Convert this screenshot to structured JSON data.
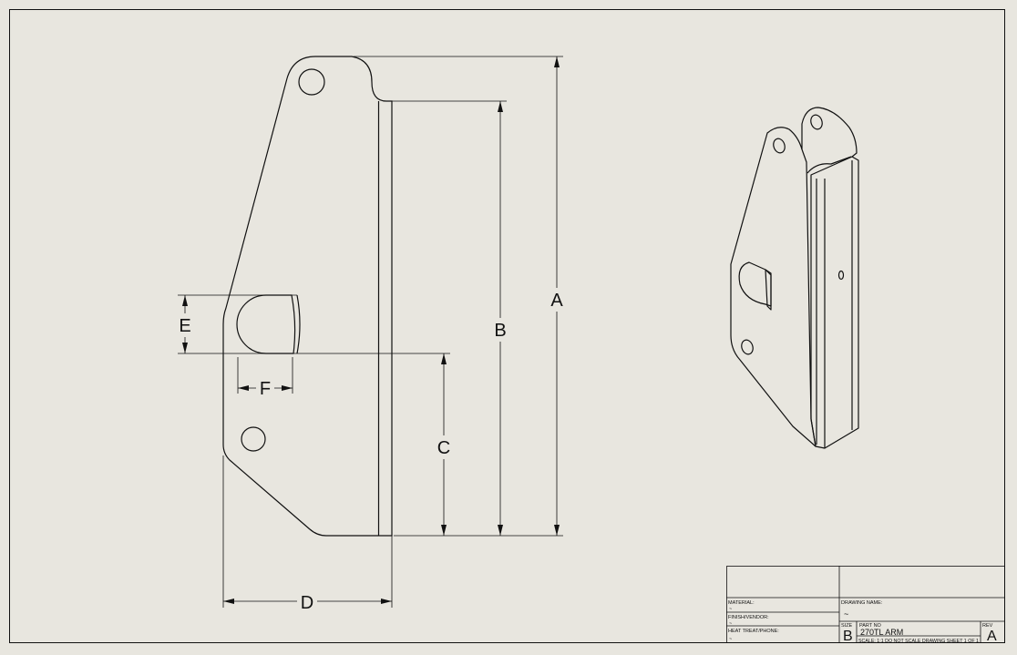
{
  "dimensions": {
    "a": "A",
    "b": "B",
    "c": "C",
    "d": "D",
    "e": "E",
    "f": "F"
  },
  "title_block": {
    "material_label": "MATERIAL:",
    "material_value": "~",
    "finish_label": "FINISH/VENDOR:",
    "finish_value": "~",
    "heat_treat_label": "HEAT TREAT/PHONE:",
    "heat_treat_value": "~",
    "drawing_name_label": "DRAWING NAME:",
    "drawing_name_value": "~",
    "size_label": "SIZE",
    "size_value": "B",
    "part_no_label": "PART NO",
    "part_no_value": "270TL ARM",
    "rev_label": "REV",
    "rev_value": "A",
    "scale_text": "SCALE: 1:1 DO NOT SCALE DRAWING SHEET 1 OF 1"
  },
  "colors": {
    "paper": "#e8e6df",
    "line": "#111111"
  }
}
